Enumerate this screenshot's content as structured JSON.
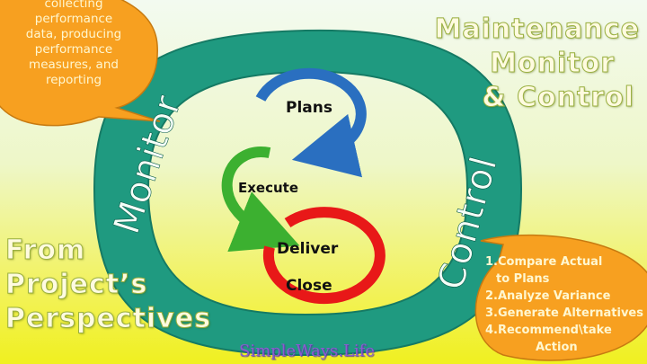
{
  "left_bubble": {
    "lines": [
      "collecting",
      "performance",
      "data, producing",
      "performance",
      "measures, and",
      "reporting"
    ]
  },
  "top_right_title": {
    "lines": [
      "Maintenance",
      "Monitor",
      "& Control"
    ]
  },
  "ring": {
    "left_label": "Monitor",
    "right_label": "Control"
  },
  "steps": {
    "plans": "Plans",
    "execute": "Execute",
    "deliver": "Deliver",
    "close": "Close"
  },
  "bottom_left_title": {
    "lines": [
      "From",
      "Project’s",
      "Perspectives"
    ]
  },
  "right_bubble": {
    "items": [
      "1.Compare Actual",
      "  to Plans",
      "2.Analyze Variance",
      "3.Generate Alternatives",
      "4.Recommend\\take",
      "Action"
    ]
  },
  "watermark": "SimpleWays.Life",
  "colors": {
    "ring": "#1f9a80",
    "bubble": "#f7a020",
    "plans_arrow": "#2a6fc0",
    "execute_arrow": "#3cb030",
    "deliver_arrow": "#e81818"
  }
}
